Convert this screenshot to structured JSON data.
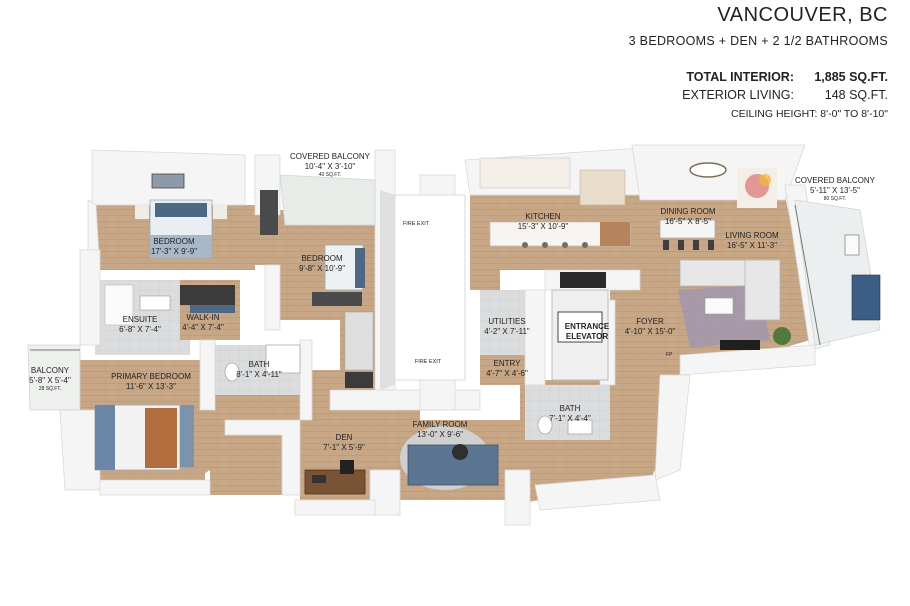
{
  "header": {
    "city": "VANCOUVER, BC",
    "summary": "3 BEDROOMS + DEN + 2 1/2 BATHROOMS",
    "stats": [
      {
        "label": "TOTAL INTERIOR:",
        "value": "1,885 SQ.FT."
      },
      {
        "label": "EXTERIOR LIVING:",
        "value": "148 SQ.FT."
      }
    ],
    "ceiling": "CEILING HEIGHT: 8'-0\" TO 8'-10\""
  },
  "rooms": {
    "covered_balcony_top": {
      "name": "COVERED BALCONY",
      "dim": "10'-4\" X 3'-10\"",
      "area": "40 SQ.FT."
    },
    "covered_balcony_right": {
      "name": "COVERED BALCONY",
      "dim": "5'-11\" X 13'-5\"",
      "area": "80 SQ.FT."
    },
    "bedroom_1": {
      "name": "BEDROOM",
      "dim": "17'-3\" X 9'-9\""
    },
    "bedroom_2": {
      "name": "BEDROOM",
      "dim": "9'-8\" X 10'-9\""
    },
    "kitchen": {
      "name": "KITCHEN",
      "dim": "15'-3\" X 10'-9\""
    },
    "dining_room": {
      "name": "DINING ROOM",
      "dim": "16'-5\" X 8'-5\""
    },
    "living_room": {
      "name": "LIVING ROOM",
      "dim": "16'-5\" X 11'-3\""
    },
    "ensuite": {
      "name": "ENSUITE",
      "dim": "6'-8\" X 7'-4\""
    },
    "walk_in": {
      "name": "WALK-IN",
      "dim": "4'-4\" X 7'-4\""
    },
    "utilities": {
      "name": "UTILITIES",
      "dim": "4'-2\" X 7'-11\""
    },
    "entrance_elevator": {
      "name": "ENTRANCE ELEVATOR"
    },
    "foyer": {
      "name": "FOYER",
      "dim": "4'-10\" X 15'-0\""
    },
    "bath_1": {
      "name": "BATH",
      "dim": "8'-1\" X 4'-11\""
    },
    "entry": {
      "name": "ENTRY",
      "dim": "4'-7\" X 4'-6\""
    },
    "balcony": {
      "name": "BALCONY",
      "dim": "5'-8\" X 5'-4\"",
      "area": "28 SQ.FT."
    },
    "primary_bedroom": {
      "name": "PRIMARY BEDROOM",
      "dim": "11'-6\" X 13'-3\""
    },
    "bath_2": {
      "name": "BATH",
      "dim": "7'-1\" X 4'-4\""
    },
    "den": {
      "name": "DEN",
      "dim": "7'-1\" X 5'-9\""
    },
    "family_room": {
      "name": "FAMILY ROOM",
      "dim": "13'-0\" X 9'-6\""
    }
  },
  "markers": {
    "fire_exit_top": "FIRE EXIT",
    "fire_exit_bottom": "FIRE EXIT",
    "fp": "FP"
  },
  "colors": {
    "floor": "#c9a988",
    "wall": "#f4f4f4",
    "wall_shade": "#d6d6d6",
    "balcony": "#e9ece8",
    "sofa": "#5f7f9c",
    "accent_dark": "#3d3d3d"
  }
}
